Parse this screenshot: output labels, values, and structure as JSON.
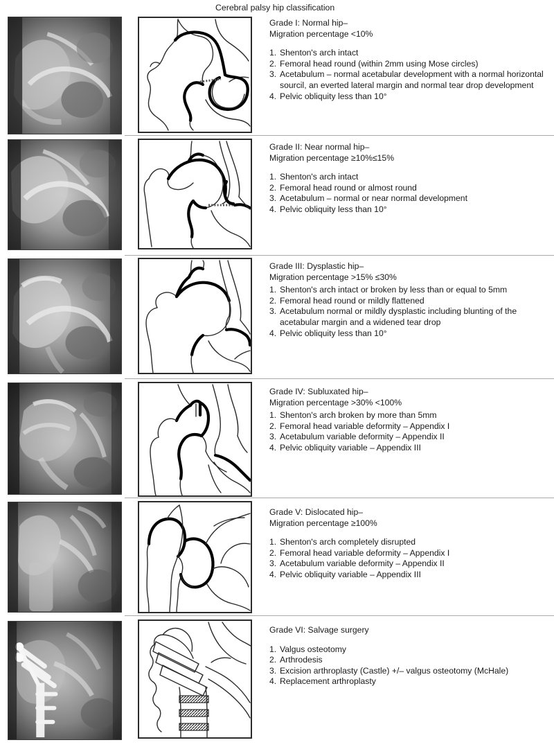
{
  "figure": {
    "title": "Cerebral palsy hip classification"
  },
  "grades": [
    {
      "id": "grade-1",
      "heading": "Grade I: Normal hip–",
      "migration": "Migration percentage <10%",
      "list_gap": true,
      "criteria": [
        {
          "num": "1.",
          "text": "Shenton's arch intact"
        },
        {
          "num": "2.",
          "text": "Femoral head round (within 2mm using Mose circles)"
        },
        {
          "num": "3.",
          "text": "Acetabulum – normal acetabular development with a normal horizontal sourcil, an everted lateral margin and normal tear drop development"
        },
        {
          "num": "4.",
          "text": "Pelvic obliquity less than 10°"
        }
      ],
      "xray_name": "xray-normal-hip",
      "diagram_name": "diagram-normal-hip"
    },
    {
      "id": "grade-2",
      "heading": "Grade II: Near normal hip–",
      "migration": "Migration percentage ≥10%≤15%",
      "list_gap": true,
      "criteria": [
        {
          "num": "1.",
          "text": "Shenton's arch intact"
        },
        {
          "num": "2.",
          "text": "Femoral head round or almost round"
        },
        {
          "num": "3.",
          "text": "Acetabulum – normal or near normal development"
        },
        {
          "num": "4.",
          "text": "Pelvic obliquity less than 10°"
        }
      ],
      "xray_name": "xray-near-normal-hip",
      "diagram_name": "diagram-near-normal-hip"
    },
    {
      "id": "grade-3",
      "heading": "Grade III: Dysplastic hip–",
      "migration": "Migration percentage >15% ≤30%",
      "list_gap": false,
      "criteria": [
        {
          "num": "1.",
          "text": "Shenton's arch intact or broken by less than or equal to 5mm"
        },
        {
          "num": "2.",
          "text": "Femoral head round or mildly flattened"
        },
        {
          "num": "3.",
          "text": "Acetabulum normal or mildly dysplastic including blunting of the acetabular margin and a widened tear drop"
        },
        {
          "num": "4.",
          "text": "Pelvic obliquity less than 10°"
        }
      ],
      "xray_name": "xray-dysplastic-hip",
      "diagram_name": "diagram-dysplastic-hip"
    },
    {
      "id": "grade-4",
      "heading": "Grade IV: Subluxated hip–",
      "migration": "Migration percentage >30% <100%",
      "list_gap": false,
      "criteria": [
        {
          "num": "1.",
          "text": "Shenton's arch broken by more than 5mm"
        },
        {
          "num": "2.",
          "text": "Femoral head variable deformity – Appendix I"
        },
        {
          "num": "3.",
          "text": "Acetabulum variable deformity – Appendix II"
        },
        {
          "num": "4.",
          "text": "Pelvic obliquity variable – Appendix III"
        }
      ],
      "xray_name": "xray-subluxated-hip",
      "diagram_name": "diagram-subluxated-hip"
    },
    {
      "id": "grade-5",
      "heading": "Grade V: Dislocated hip–",
      "migration": "Migration percentage ≥100%",
      "list_gap": true,
      "criteria": [
        {
          "num": "1.",
          "text": "Shenton's arch completely disrupted"
        },
        {
          "num": "2.",
          "text": "Femoral head variable deformity – Appendix I"
        },
        {
          "num": "3.",
          "text": "Acetabulum variable deformity – Appendix II"
        },
        {
          "num": "4.",
          "text": "Pelvic obliquity variable – Appendix III"
        }
      ],
      "xray_name": "xray-dislocated-hip",
      "diagram_name": "diagram-dislocated-hip"
    },
    {
      "id": "grade-6",
      "heading": "Grade VI: Salvage surgery",
      "migration": "",
      "list_gap": true,
      "criteria": [
        {
          "num": "1.",
          "text": "Valgus osteotomy"
        },
        {
          "num": "2.",
          "text": "Arthrodesis"
        },
        {
          "num": "3.",
          "text": "Excision arthroplasty (Castle) +/– valgus osteotomy (McHale)"
        },
        {
          "num": "4.",
          "text": "Replacement arthroplasty"
        }
      ],
      "xray_name": "xray-salvage-surgery",
      "diagram_name": "diagram-salvage-surgery"
    }
  ],
  "colors": {
    "panel_border": "#2b2b2b",
    "separator": "#aaaaaa",
    "text": "#1a1a1a",
    "bold_line": "#000000"
  }
}
